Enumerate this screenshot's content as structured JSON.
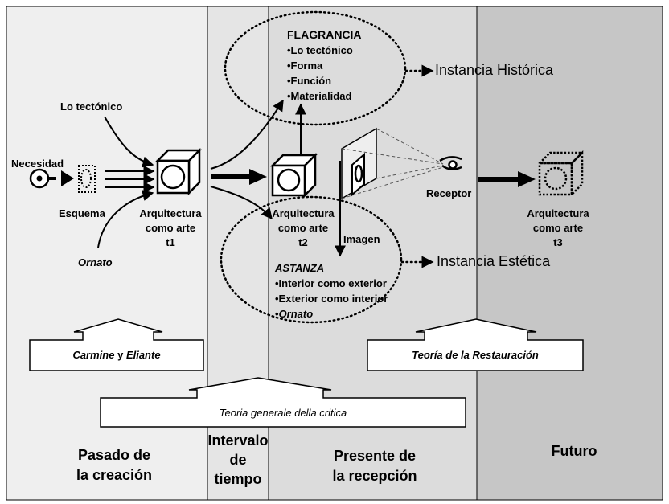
{
  "columns": {
    "past": {
      "line1": "Pasado de",
      "line2": "la creación",
      "color": "#efefef"
    },
    "interval": {
      "line1": "Intervalo",
      "line2": "de",
      "line3": "tiempo",
      "color": "#e5e5e5"
    },
    "present": {
      "line1": "Presente de",
      "line2": "la recepción",
      "color": "#dcdcdc"
    },
    "future": {
      "line1": "Futuro",
      "color": "#c6c6c6"
    }
  },
  "left": {
    "lo_tectonico": "Lo tectónico",
    "necesidad": "Necesidad",
    "esquema": "Esquema",
    "ornato": "Ornato",
    "arch_line1": "Arquitectura",
    "arch_line2": "como arte",
    "arch_line3": "t1"
  },
  "flagrancia": {
    "title": "FLAGRANCIA",
    "items": [
      "•Lo tectónico",
      "•Forma",
      "•Función",
      "•Materialidad"
    ],
    "instance": "Instancia Histórica"
  },
  "middle": {
    "arch_line1": "Arquitectura",
    "arch_line2": "como arte",
    "arch_line3": "t2",
    "imagen": "Imagen",
    "receptor": "Receptor"
  },
  "astanza": {
    "title": "ASTANZA",
    "items": [
      "•Interior como exterior",
      "•Exterior como interior"
    ],
    "bullet": "•",
    "last_item": "Ornato",
    "instance": "Instancia Estética"
  },
  "right": {
    "arch_line1": "Arquitectura",
    "arch_line2": "como arte",
    "arch_line3": "t3"
  },
  "boxes": {
    "carmine_a": "Carmine",
    "carmine_y": " y ",
    "carmine_b": "Eliante",
    "teoria_restauracion": "Teoría de la Restauración",
    "teoria_generale": "Teoria generale della critica"
  }
}
